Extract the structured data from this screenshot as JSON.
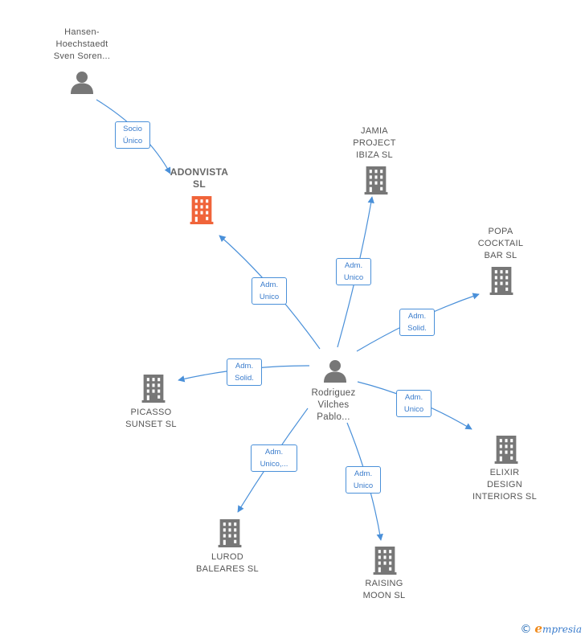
{
  "nodes": {
    "hansen": {
      "lines": [
        "Hansen-",
        "Hoechstaedt",
        "Sven Soren..."
      ],
      "type": "person"
    },
    "adonvista": {
      "lines": [
        "ADONVISTA",
        "SL"
      ],
      "type": "company-main"
    },
    "jamia": {
      "lines": [
        "JAMIA",
        "PROJECT",
        "IBIZA  SL"
      ],
      "type": "company"
    },
    "popa": {
      "lines": [
        "POPA",
        "COCKTAIL",
        "BAR  SL"
      ],
      "type": "company"
    },
    "rodriguez": {
      "lines": [
        "Rodriguez",
        "Vilches",
        "Pablo..."
      ],
      "type": "person"
    },
    "picasso": {
      "lines": [
        "PICASSO",
        "SUNSET  SL"
      ],
      "type": "company"
    },
    "elixir": {
      "lines": [
        "ELIXIR",
        "DESIGN",
        "INTERIORS  SL"
      ],
      "type": "company"
    },
    "lurod": {
      "lines": [
        "LUROD",
        "BALEARES  SL"
      ],
      "type": "company"
    },
    "raising": {
      "lines": [
        "RAISING",
        "MOON  SL"
      ],
      "type": "company"
    }
  },
  "edges": {
    "hansen_adonvista": [
      "Socio",
      "Único"
    ],
    "rodriguez_adonvista": [
      "Adm.",
      "Unico"
    ],
    "rodriguez_jamia": [
      "Adm.",
      "Unico"
    ],
    "rodriguez_popa": [
      "Adm.",
      "Solid."
    ],
    "rodriguez_picasso": [
      "Adm.",
      "Solid."
    ],
    "rodriguez_elixir": [
      "Adm.",
      "Unico"
    ],
    "rodriguez_lurod": [
      "Adm.",
      "Unico,..."
    ],
    "rodriguez_raising": [
      "Adm.",
      "Unico"
    ]
  },
  "colors": {
    "edge": "#4a90d9",
    "icon": "#777777",
    "main_company": "#f0643a"
  },
  "footer": {
    "copyright": "©",
    "brand_initial": "e",
    "brand_rest": "mpresia"
  }
}
